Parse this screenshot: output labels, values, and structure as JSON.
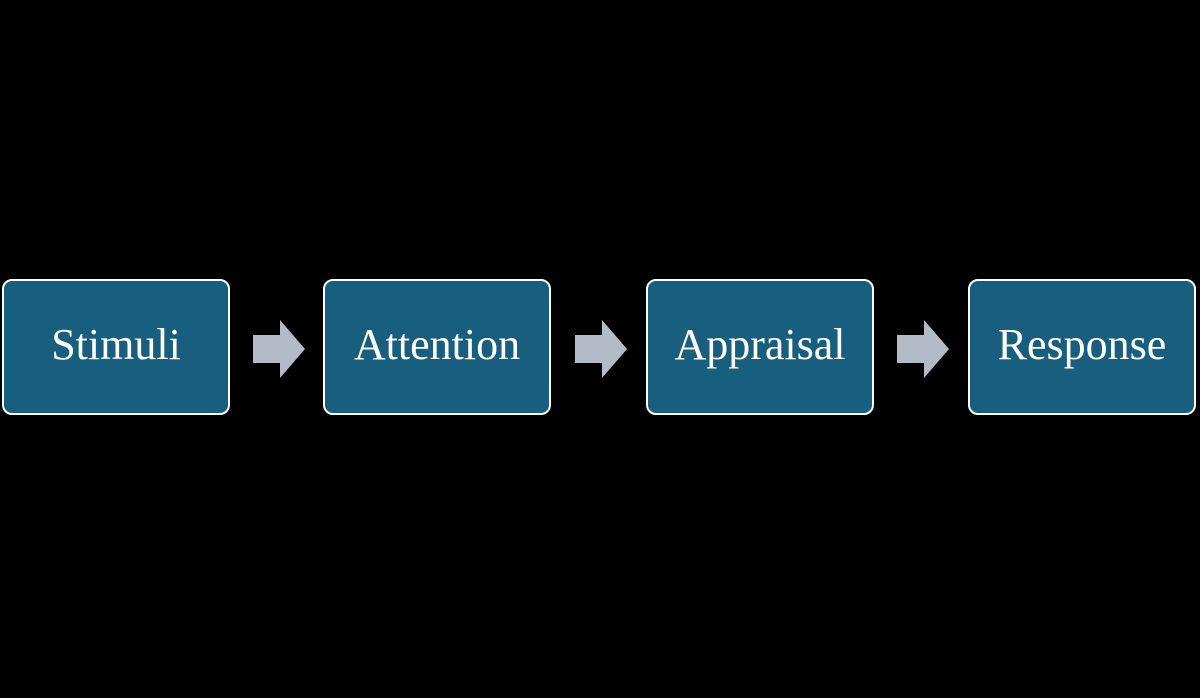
{
  "diagram": {
    "steps": [
      {
        "label": "Stimuli"
      },
      {
        "label": "Attention"
      },
      {
        "label": "Appraisal"
      },
      {
        "label": "Response"
      }
    ],
    "colors": {
      "background": "#000000",
      "box_fill": "#175e7f",
      "box_border": "#ffffff",
      "text": "#ffffff",
      "arrow": "#b3bcc6"
    },
    "connectors": {
      "icon": "right-arrow-icon",
      "count": 3
    }
  }
}
